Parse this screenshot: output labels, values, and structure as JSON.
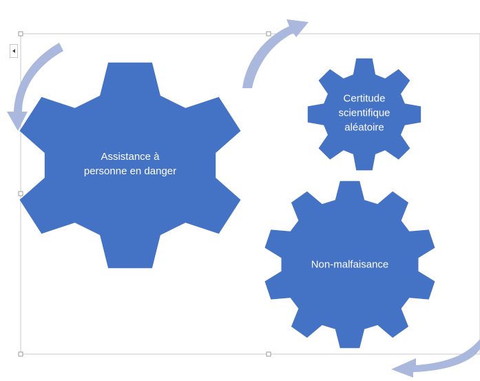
{
  "diagram": {
    "colors": {
      "gear": "#4472c4",
      "arrow": "#a9b8dc",
      "frame": "#c9c9c9",
      "label": "#ffffff"
    },
    "gears": [
      {
        "id": "big",
        "lines": [
          "Assistance à",
          "personne en danger"
        ]
      },
      {
        "id": "small",
        "lines": [
          "Certitude",
          "scientifique",
          "aléatoire"
        ]
      },
      {
        "id": "mid",
        "lines": [
          "Non-malfaisance"
        ]
      }
    ],
    "icons": {
      "pane": "collapse-pane-icon",
      "arrow": "curved-arrow-icon"
    }
  }
}
